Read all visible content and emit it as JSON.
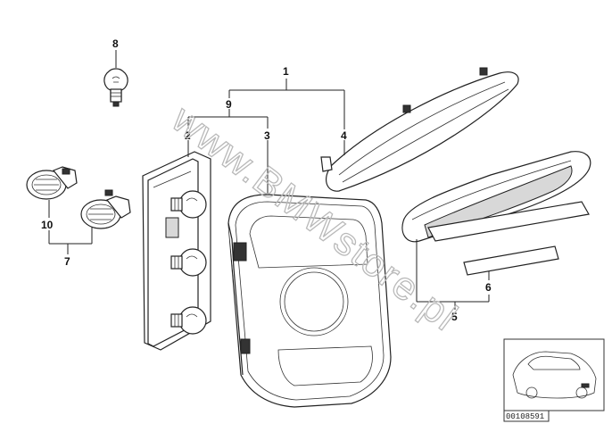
{
  "callouts": {
    "c1": "1",
    "c2": "2",
    "c3": "3",
    "c4": "4",
    "c5": "5",
    "c6": "6",
    "c7": "7",
    "c8": "8",
    "c9": "9",
    "c10": "10"
  },
  "watermark": "www.BMWstore.pl",
  "thumbnail": {
    "code": "00108591"
  }
}
